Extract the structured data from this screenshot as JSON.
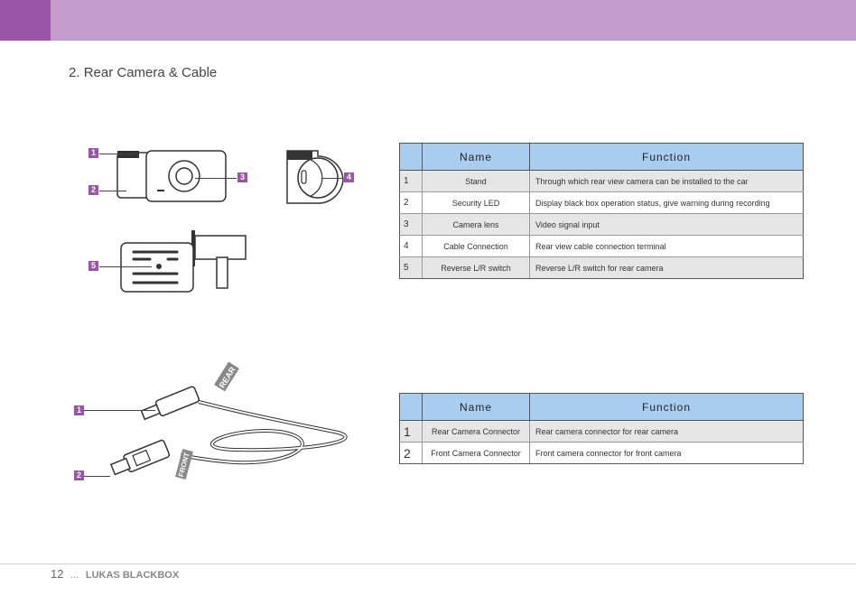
{
  "header": {
    "section_number": "2.",
    "section_title": "Rear Camera & Cable"
  },
  "camera_callouts": [
    "1",
    "2",
    "3",
    "4",
    "5"
  ],
  "camera_table": {
    "col_name": "Name",
    "col_function": "Function",
    "rows": [
      {
        "num": "1",
        "name": "Stand",
        "function": "Through which rear view camera can be installed to the car"
      },
      {
        "num": "2",
        "name": "Security LED",
        "function": "Display black box operation status, give warning during recording"
      },
      {
        "num": "3",
        "name": "Camera lens",
        "function": "Video signal input"
      },
      {
        "num": "4",
        "name": "Cable Connection",
        "function": "Rear view cable connection terminal"
      },
      {
        "num": "5",
        "name": "Reverse L/R switch",
        "function": "Reverse L/R switch for rear camera"
      }
    ]
  },
  "cable_labels": {
    "rear": "REAR",
    "front": "FRONT"
  },
  "cable_callouts": [
    "1",
    "2"
  ],
  "cable_table": {
    "col_name": "Name",
    "col_function": "Function",
    "rows": [
      {
        "num": "1",
        "name": "Rear Camera Connector",
        "function": "Rear camera connector for rear camera"
      },
      {
        "num": "2",
        "name": "Front Camera Connector",
        "function": "Front camera connector for front camera"
      }
    ]
  },
  "footer": {
    "page_number": "12",
    "dots": "...",
    "brand": "LUKAS BLACKBOX"
  },
  "colors": {
    "accent": "#9a55a8",
    "band": "#c39ccb",
    "table_header": "#a9cdee",
    "row_shade": "#e6e6e6"
  }
}
